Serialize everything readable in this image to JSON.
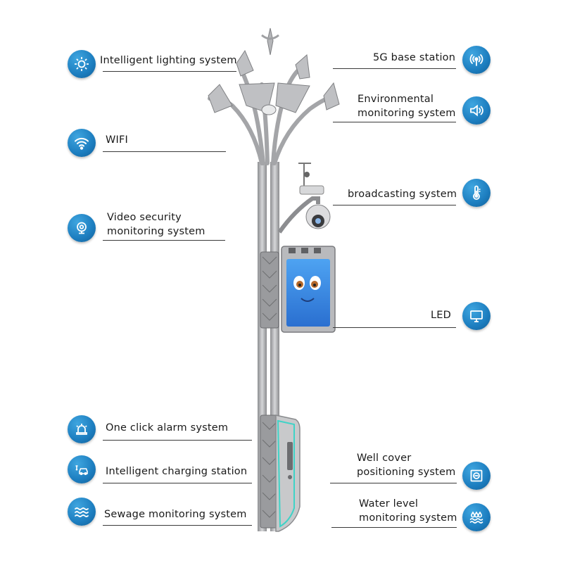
{
  "left_features": [
    {
      "id": "lighting",
      "icon": "sun-icon",
      "lines": [
        "Intelligent lighting system"
      ]
    },
    {
      "id": "wifi",
      "icon": "wifi-icon",
      "lines": [
        "WIFI"
      ]
    },
    {
      "id": "video",
      "icon": "camera-icon",
      "lines": [
        "Video security",
        "monitoring system"
      ]
    },
    {
      "id": "alarm",
      "icon": "alarm-icon",
      "lines": [
        "One click alarm system"
      ]
    },
    {
      "id": "charging",
      "icon": "car-charging-icon",
      "lines": [
        "Intelligent charging station"
      ]
    },
    {
      "id": "sewage",
      "icon": "water-waves-icon",
      "lines": [
        "Sewage monitoring system"
      ]
    }
  ],
  "right_features": [
    {
      "id": "base5g",
      "icon": "signal-antenna-icon",
      "lines": [
        "5G base station"
      ]
    },
    {
      "id": "environment",
      "icon": "speaker-icon",
      "lines": [
        "Environmental",
        "monitoring system"
      ]
    },
    {
      "id": "broadcast",
      "icon": "thermometer-icon",
      "lines": [
        "broadcasting system"
      ]
    },
    {
      "id": "led",
      "icon": "monitor-icon",
      "lines": [
        "LED"
      ]
    },
    {
      "id": "wellcover",
      "icon": "manhole-icon",
      "lines": [
        "Well cover",
        "positioning system"
      ]
    },
    {
      "id": "waterlevel",
      "icon": "water-drops-icon",
      "lines": [
        "Water level",
        "monitoring system"
      ]
    }
  ],
  "colors": {
    "badge": "#1c7dbf",
    "pole": "#a9aaad",
    "screen": "#2f86e8",
    "rule": "#3a3a3a"
  }
}
